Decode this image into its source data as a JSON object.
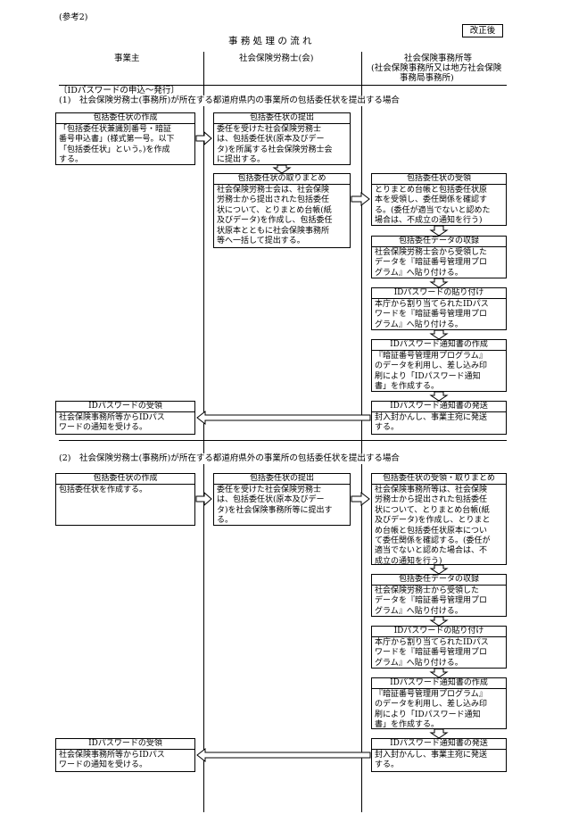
{
  "ref_label": "(参考2)",
  "revision_label": "改正後",
  "title": "事 務 処 理 の 流 れ",
  "columns": {
    "employer": "事業主",
    "sharoushi": "社会保険労務士(会)",
    "office": [
      "社会保険事務所等",
      "(社会保険事務所又は地方社会保険",
      "事務局事務所)"
    ]
  },
  "section_header": "〔IDパスワードの申込～発行〕",
  "case1": {
    "heading": "(1)　社会保険労務士(事務所)が所在する都道府県内の事業所の包括委任状を提出する場合",
    "boxes": [
      {
        "title": "包括委任状の作成",
        "body": "「包括委任状兼識別番号・暗証\n番号申込書」(様式第一号。以下\n「包括委任状」という。)を作成\nする。"
      },
      {
        "title": "包括委任状の提出",
        "body": "委任を受けた社会保険労務士\nは、包括委任状(原本及びデー\nタ)を所属する社会保険労務士会\nに提出する。"
      },
      {
        "title": "包括委任状の取りまとめ",
        "body": "社会保険労務士会は、社会保険\n労務士から提出された包括委任\n状について、とりまとめ台帳(紙\n及びデータ)を作成し、包括委任\n状原本とともに社会保険事務所\n等へ一括して提出する。"
      },
      {
        "title": "包括委任状の受領",
        "body": "とりまとめ台帳と包括委任状原\n本を受領し、委任関係を確認す\nる。(委任が適当でないと認めた\n場合は、不成立の通知を行う)"
      },
      {
        "title": "包括委任データの収録",
        "body": "社会保険労務士会から受領した\nデータを『暗証番号管理用プロ\nグラム』へ貼り付ける。"
      },
      {
        "title": "IDパスワードの貼り付け",
        "body": "本庁から割り当てられたIDパス\nワードを『暗証番号管理用プロ\nグラム』へ貼り付ける。"
      },
      {
        "title": "IDパスワード通知書の作成",
        "body": "『暗証番号管理用プログラム』\nのデータを利用し、差し込み印\n刷により「IDパスワード通知\n書」を作成する。"
      },
      {
        "title": "IDパスワード通知書の発送",
        "body": "封入封かんし、事業主宛に発送\nする。"
      },
      {
        "title": "IDパスワードの受領",
        "body": "社会保険事務所等からIDパス\nワードの通知を受ける。"
      }
    ]
  },
  "case2": {
    "heading": "(2)　社会保険労務士(事務所)が所在する都道府県外の事業所の包括委任状を提出する場合",
    "boxes": [
      {
        "title": "包括委任状の作成",
        "body": "包括委任状を作成する。"
      },
      {
        "title": "包括委任状の提出",
        "body": "委任を受けた社会保険労務士\nは、包括委任状(原本及びデー\nタ)を社会保険事務所等に提出す\nる。"
      },
      {
        "title": "包括委任状の受領・取りまとめ",
        "body": "社会保険事務所等は、社会保険\n労務士から提出された包括委任\n状について、とりまとめ台帳(紙\n及びデータ)を作成し、とりまと\nめ台帳と包括委任状原本につい\nて委任関係を確認する。(委任が\n適当でないと認めた場合は、不\n成立の通知を行う)"
      },
      {
        "title": "包括委任データの収録",
        "body": "社会保険労務士から受領した\nデータを『暗証番号管理用プロ\nグラム』へ貼り付ける。"
      },
      {
        "title": "IDパスワードの貼り付け",
        "body": "本庁から割り当てられたIDパス\nワードを『暗証番号管理用プロ\nグラム』へ貼り付ける。"
      },
      {
        "title": "IDパスワード通知書の作成",
        "body": "『暗証番号管理用プログラム』\nのデータを利用し、差し込み印\n刷により「IDパスワード通知\n書」を作成する。"
      },
      {
        "title": "IDパスワード通知書の発送",
        "body": "封入封かんし、事業主宛に発送\nする。"
      },
      {
        "title": "IDパスワードの受領",
        "body": "社会保険事務所等からIDパス\nワードの通知を受ける。"
      }
    ]
  }
}
